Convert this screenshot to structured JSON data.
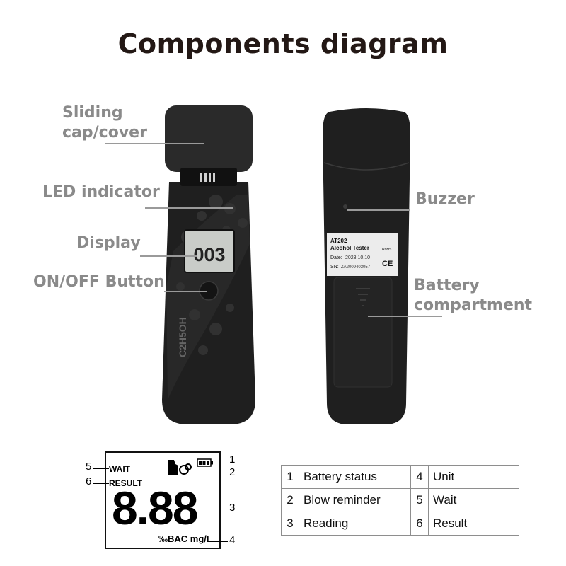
{
  "title": "Components diagram",
  "callouts": {
    "sliding_cap": [
      "Sliding",
      "cap/cover"
    ],
    "led_indicator": "LED indicator",
    "display": "Display",
    "on_off_button": "ON/OFF Button",
    "buzzer": "Buzzer",
    "battery_compartment": [
      "Battery",
      "compartment"
    ]
  },
  "device_front": {
    "reading": "003",
    "side_text": "C2H5OH",
    "colors": {
      "body": "#1c1c1c",
      "screen": "#c9ccc8",
      "pattern": "#2e2e2e"
    }
  },
  "device_back": {
    "label": {
      "model": "AT202",
      "name": "Alcohol Tester",
      "date_label": "Date:",
      "date_value": "2023.10.10",
      "sn_label": "SN:",
      "sn_value": "ZA2009403057",
      "marks": [
        "RoHS",
        "CE"
      ]
    }
  },
  "lcd_legend_panel": {
    "wait": "WAIT",
    "result": "RESULT",
    "digits": "8.88",
    "units": "‰BAC mg/L",
    "numbers": [
      "1",
      "2",
      "3",
      "4",
      "5",
      "6"
    ]
  },
  "legend_table": {
    "rows": [
      [
        {
          "n": "1",
          "label": "Battery status"
        },
        {
          "n": "4",
          "label": "Unit"
        }
      ],
      [
        {
          "n": "2",
          "label": "Blow reminder"
        },
        {
          "n": "5",
          "label": "Wait"
        }
      ],
      [
        {
          "n": "3",
          "label": "Reading"
        },
        {
          "n": "6",
          "label": "Result"
        }
      ]
    ]
  }
}
